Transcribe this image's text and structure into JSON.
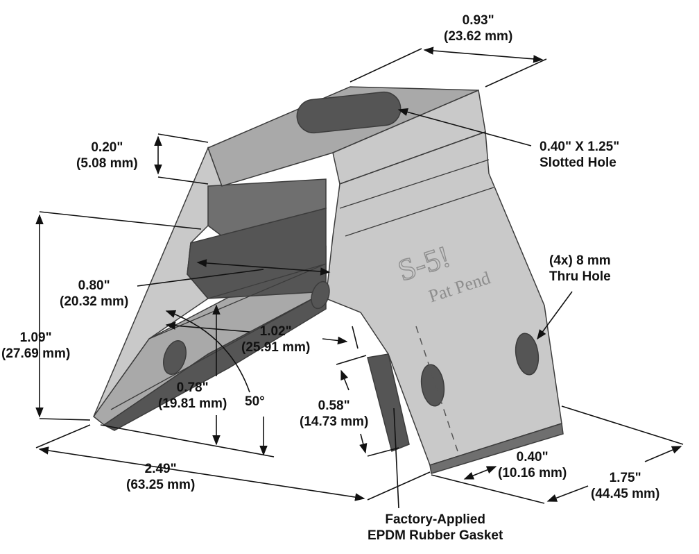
{
  "colors": {
    "metal_light": "#c9c9c9",
    "metal_mid": "#a9a9a9",
    "metal_dark": "#6f6f6f",
    "metal_darker": "#555555",
    "edge": "#3c3c3c",
    "line": "#111111"
  },
  "logo": {
    "brand": "S-5!",
    "text": "Pat Pend"
  },
  "dimensions": [
    {
      "id": "top-width",
      "imperial": "0.93\"",
      "metric": "(23.62 mm)"
    },
    {
      "id": "slot",
      "imperial": "0.40\" X 1.25\"",
      "metric": "Slotted Hole"
    },
    {
      "id": "lip-height",
      "imperial": "0.20\"",
      "metric": "(5.08 mm)"
    },
    {
      "id": "holes",
      "imperial": "(4x) 8 mm",
      "metric": "Thru Hole"
    },
    {
      "id": "inner-width",
      "imperial": "0.80\"",
      "metric": "(20.32 mm)"
    },
    {
      "id": "overall-height",
      "imperial": "1.09\"",
      "metric": "(27.69 mm)"
    },
    {
      "id": "opening-width",
      "imperial": "1.02\"",
      "metric": "(25.91 mm)"
    },
    {
      "id": "inner-height",
      "imperial": "0.78\"",
      "metric": "(19.81 mm)"
    },
    {
      "id": "angle",
      "imperial": "50°",
      "metric": ""
    },
    {
      "id": "gasket-height",
      "imperial": "0.58\"",
      "metric": "(14.73 mm)"
    },
    {
      "id": "overall-width",
      "imperial": "2.49\"",
      "metric": "(63.25 mm)"
    },
    {
      "id": "foot-width",
      "imperial": "0.40\"",
      "metric": "(10.16 mm)"
    },
    {
      "id": "depth",
      "imperial": "1.75\"",
      "metric": "(44.45 mm)"
    },
    {
      "id": "gasket",
      "imperial": "Factory-Applied",
      "metric": "EPDM Rubber Gasket"
    }
  ]
}
